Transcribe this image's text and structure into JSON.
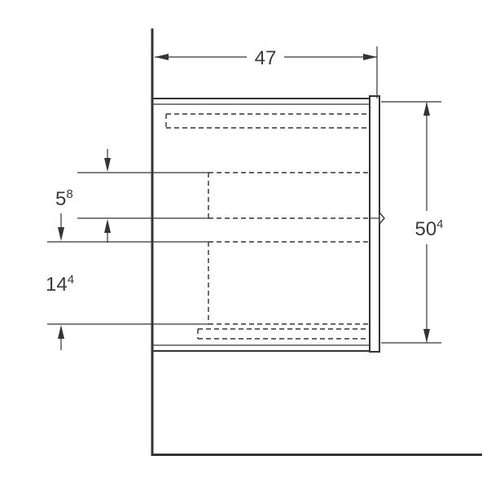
{
  "colors": {
    "line": "#343434",
    "text": "#3a3a3a",
    "background": "#ffffff"
  },
  "dimensions": {
    "width": {
      "value": "47"
    },
    "height": {
      "value": "50",
      "sup": "4"
    },
    "upper_offset": {
      "value": "5",
      "sup": "8"
    },
    "lower_offset": {
      "value": "14",
      "sup": "4"
    }
  }
}
